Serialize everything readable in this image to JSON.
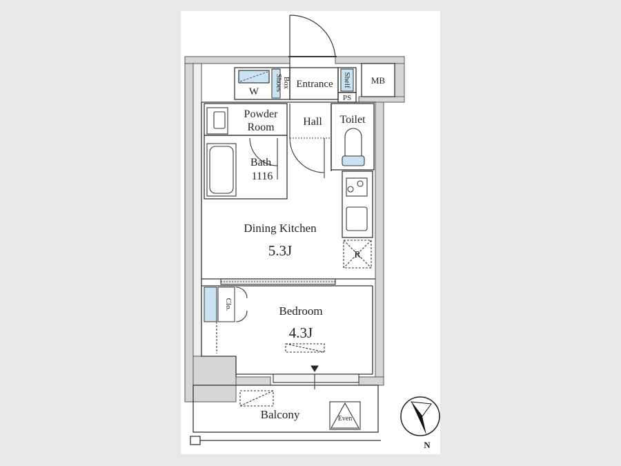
{
  "rooms": {
    "entrance": "Entrance",
    "shoes_box_line1": "Shoes",
    "shoes_box_line2": "Box",
    "shelf": "Shelf",
    "ps": "PS",
    "mb": "MB",
    "washer": "W",
    "powder_line1": "Powder",
    "powder_line2": "Room",
    "hall": "Hall",
    "toilet": "Toilet",
    "bath_line1": "Bath",
    "bath_line2": "1116",
    "dining_kitchen": "Dining Kitchen",
    "dk_size": "5.3J",
    "refrigerator": "R",
    "closet": "Clo.",
    "bedroom": "Bedroom",
    "bedroom_size": "4.3J",
    "balcony": "Balcony",
    "even": "Even"
  },
  "compass": {
    "north_label": "N"
  },
  "colors": {
    "accent_blue": "#c9e3f2",
    "wall": "#8e8e8e",
    "line": "#333333"
  }
}
